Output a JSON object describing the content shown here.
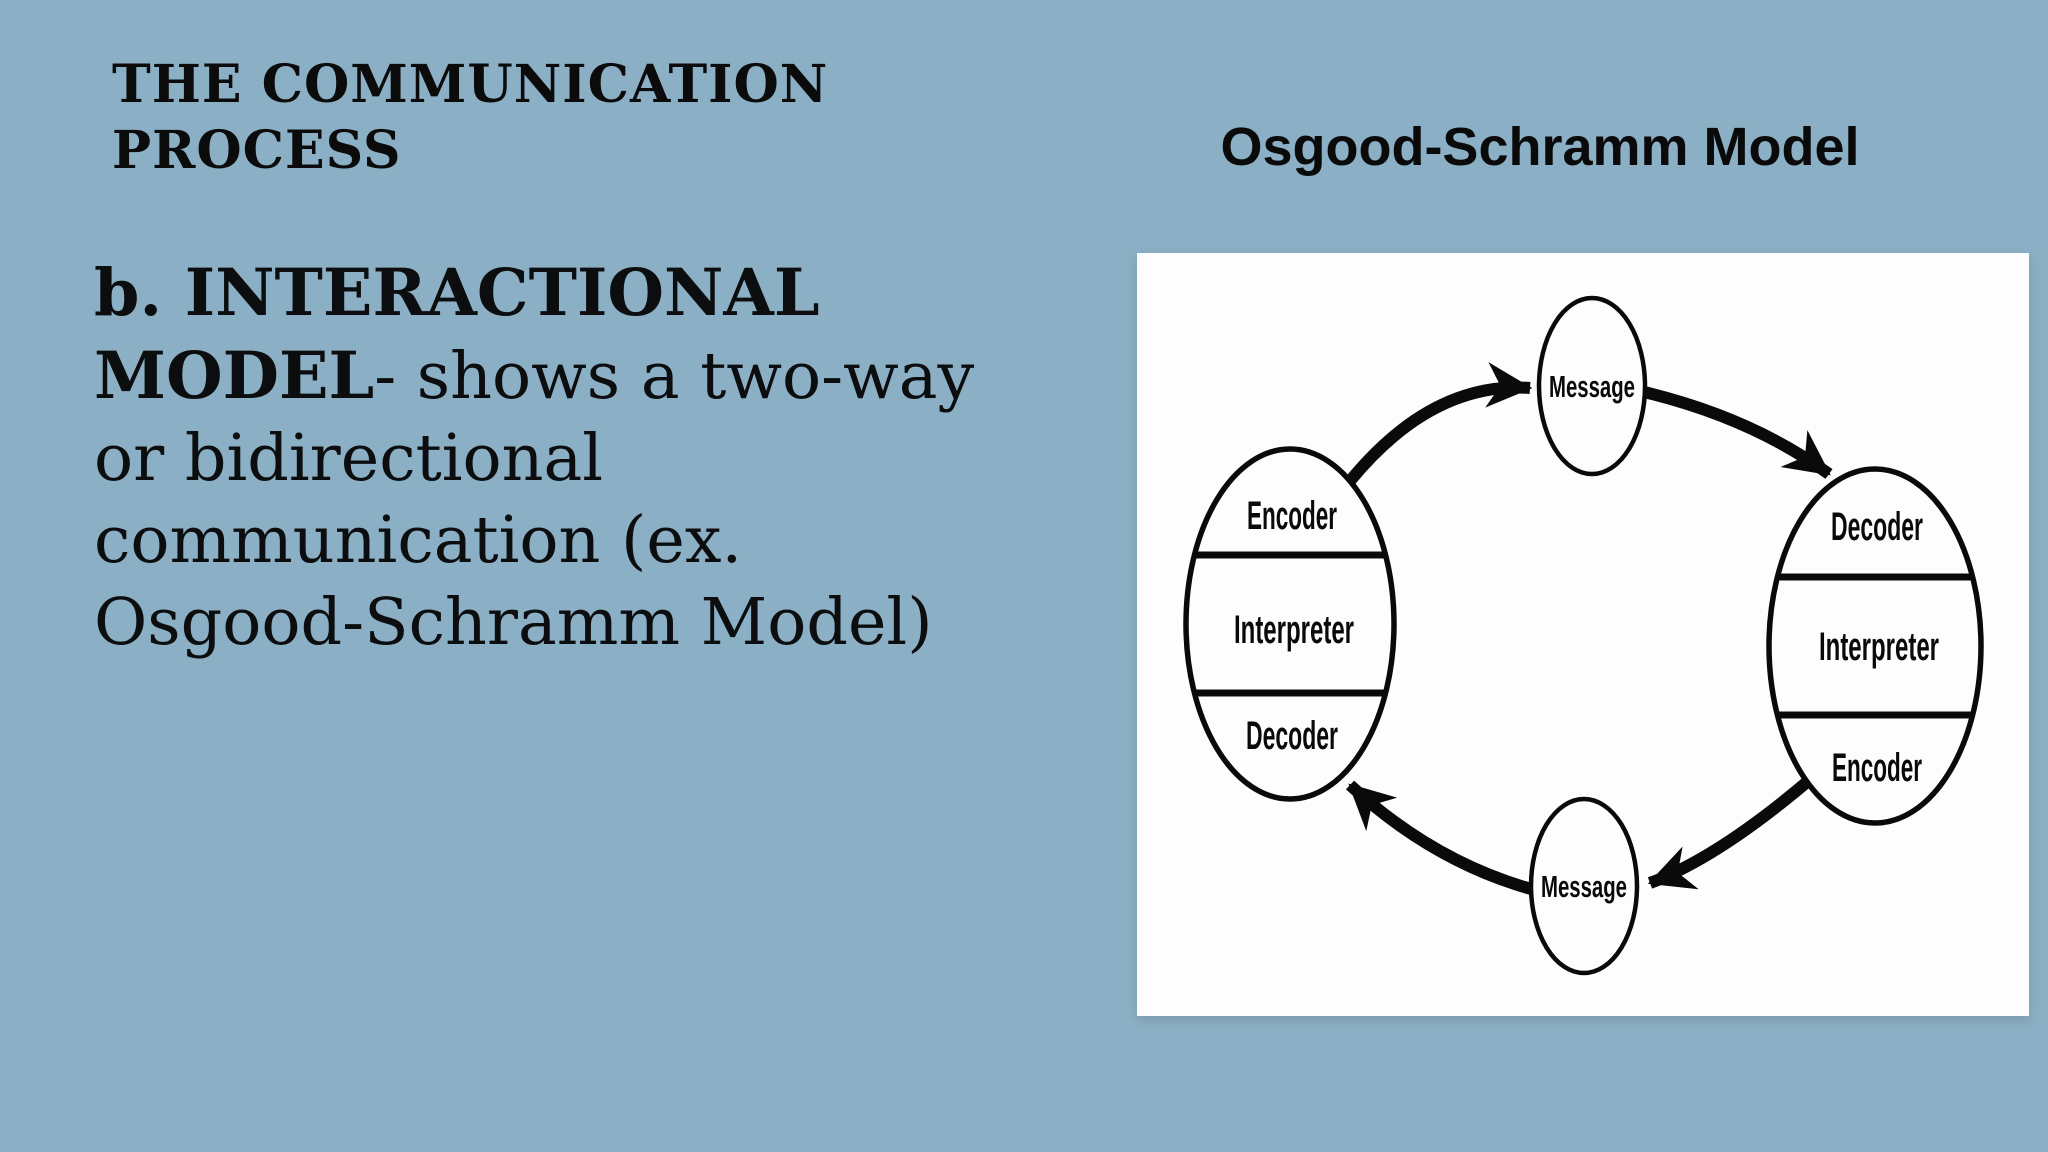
{
  "slide": {
    "background_color": "#8bafc4",
    "text_color": "#0b0b0c"
  },
  "title": {
    "line1": "THE COMMUNICATION",
    "line2": "PROCESS"
  },
  "body": {
    "line1_bold": "b. INTERACTIONAL",
    "line2_bold": "MODEL",
    "line2_rest": "- shows a two-way",
    "line3": "or bidirectional",
    "line4": "communication (ex.",
    "line5": "Osgood-Schramm Model)"
  },
  "diagram": {
    "title": "Osgood-Schramm Model",
    "left_ellipse": {
      "top": "Encoder",
      "middle": "Interpreter",
      "bottom": "Decoder"
    },
    "right_ellipse": {
      "top": "Decoder",
      "middle": "Interpreter",
      "bottom": "Encoder"
    },
    "top_message": "Message",
    "bottom_message": "Message",
    "line_color": "#0a0a0a",
    "panel_color": "#fdfdfd"
  }
}
